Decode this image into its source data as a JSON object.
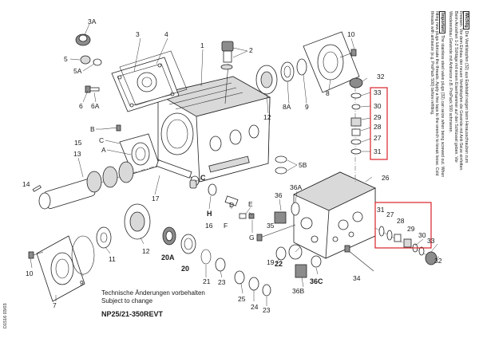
{
  "caption": {
    "line1": "Technische Änderungen vorbehalten",
    "line2": "Subject to change",
    "model": "NP25/21-350REVT"
  },
  "doc_id": "D1516 03/03",
  "notes": {
    "de_tag": "Wichtig",
    "de_text": "Die Ventilstopfen (32) aus Edelstahl neigen beim Herausschrauben zum Fressen. Vor dem Einbau der neuen Ventilstopfen die Gewinde mit Anti-Seize einfetten. Beim Anziehen 1-2 Schläge mit einem Eisenhammer auf den Schlüssel geben. Vor Wiedereinbau Gewinde mit Antiseize z.B. ProPack 500 schmieren.",
    "en_tag": "Important",
    "en_text": "The stainless steel valve plugs (32) can seize when being screwed out. When fitting new plugs lubricate the threads. Apply a few taps to the wrench to break loose. Cold threads with antiseize (e.g. ProPack 500) before refitting."
  },
  "labels": {
    "l3A": "3A",
    "l3": "3",
    "l4": "4",
    "l5": "5",
    "l5A": "5A",
    "l6": "6",
    "l6A": "6A",
    "l1": "1",
    "l2": "2",
    "l10a": "10",
    "l8": "8",
    "l9": "9",
    "l8A": "8A",
    "l12a": "12",
    "lB": "B",
    "lC1": "C",
    "l15": "15",
    "lA": "A",
    "l13": "13",
    "l17": "17",
    "l14": "14",
    "lC2": "C",
    "lH": "H",
    "l16": "16",
    "lF": "F",
    "lD": "D",
    "lE": "E",
    "lG": "G",
    "l5B": "5B",
    "l36A": "36A",
    "l36": "36",
    "l26": "26",
    "l32a": "32",
    "l33a": "33",
    "l30a": "30",
    "l29a": "29",
    "l28a": "28",
    "l27a": "27",
    "l31a": "31",
    "l31b": "31",
    "l27b": "27",
    "l28b": "28",
    "l29b": "29",
    "l30b": "30",
    "l33b": "33",
    "l32b": "32",
    "l35": "35",
    "l34": "34",
    "l19": "19",
    "l22": "22",
    "l36C": "36C",
    "l36B": "36B",
    "l10b": "10",
    "l9b": "9",
    "l7": "7",
    "l11": "11",
    "l12b": "12",
    "l20A": "20A",
    "l20": "20",
    "l21": "21",
    "l23a": "23",
    "l25": "25",
    "l24": "24",
    "l23b": "23"
  }
}
